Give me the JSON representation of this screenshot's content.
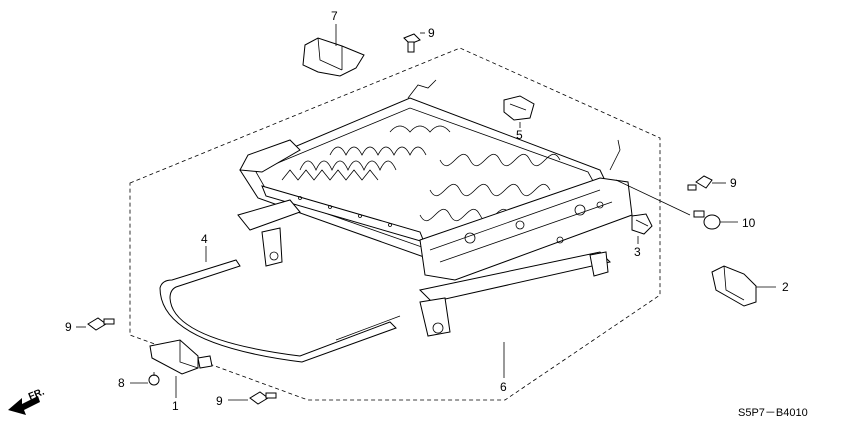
{
  "diagram": {
    "callouts": {
      "c1": "1",
      "c2": "2",
      "c3": "3",
      "c4": "4",
      "c5": "5",
      "c6": "6",
      "c7": "7",
      "c8": "8",
      "c9a": "9",
      "c9b": "9",
      "c9c": "9",
      "c9d": "9",
      "c10": "10"
    },
    "direction_label": "FR.",
    "catalog_code": "S5P7－B4010"
  }
}
